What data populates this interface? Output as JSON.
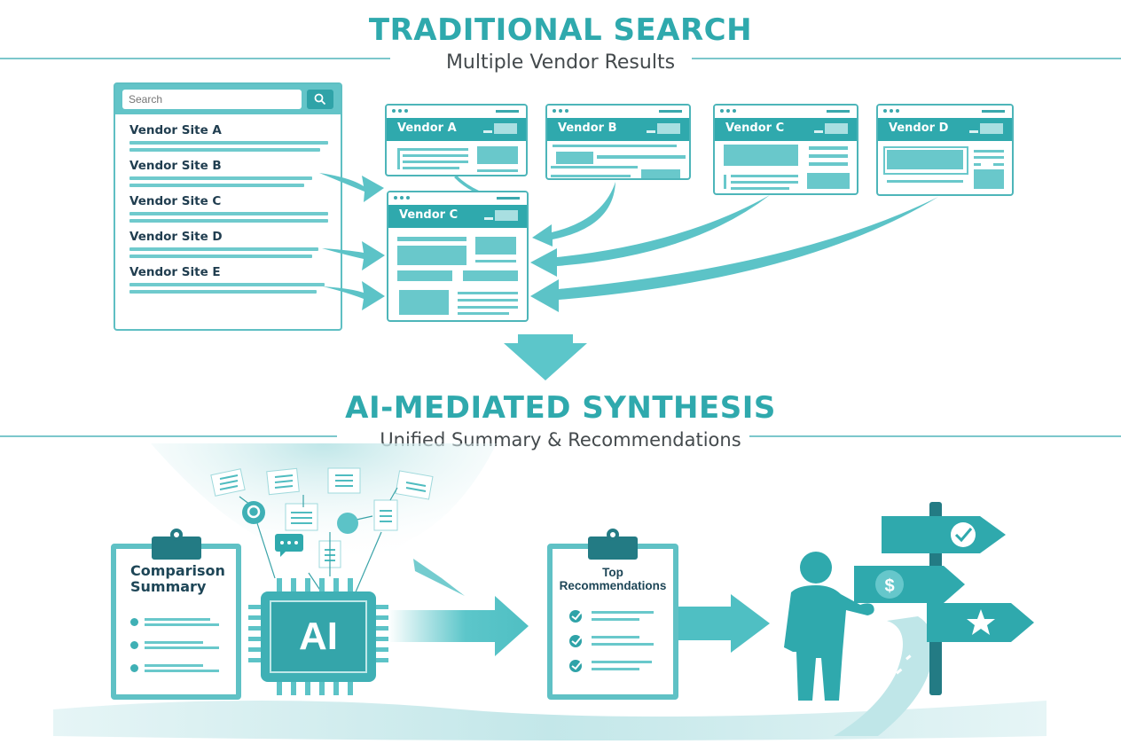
{
  "top_section": {
    "title": "TRADITIONAL SEARCH",
    "subtitle": "Multiple Vendor Results"
  },
  "search_panel": {
    "search_placeholder": "Search",
    "search_icon": "magnifier-icon",
    "results": [
      {
        "label": "Vendor Site A"
      },
      {
        "label": "Vendor Site B"
      },
      {
        "label": "Vendor Site C"
      },
      {
        "label": "Vendor Site D"
      },
      {
        "label": "Vendor Site E"
      }
    ]
  },
  "vendor_windows": [
    {
      "label": "Vendor A"
    },
    {
      "label": "Vendor B"
    },
    {
      "label": "Vendor C"
    },
    {
      "label": "Vendor D"
    },
    {
      "label": "Vendor C"
    }
  ],
  "transition_arrow": "down-arrow-icon",
  "bottom_section": {
    "title": "AI-MEDIATED SYNTHESIS",
    "subtitle": "Unified Summary & Recommendations"
  },
  "comparison_clipboard": {
    "title_line1": "Comparison",
    "title_line2": "Summary",
    "bullet_count": 3
  },
  "ai_chip": {
    "label": "AI"
  },
  "recommendations_clipboard": {
    "title_line1": "Top",
    "title_line2": "Recommendations",
    "check_count": 3
  },
  "signpost": {
    "signs": [
      {
        "icon": "checkmark-icon"
      },
      {
        "icon": "dollar-icon",
        "symbol": "$"
      },
      {
        "icon": "star-icon"
      }
    ]
  },
  "colors": {
    "accent": "#2fa9ad",
    "accent_light": "#69c8cb",
    "dark_teal": "#237b84",
    "heading_gray": "#444a4d",
    "text_navy": "#213e50"
  }
}
